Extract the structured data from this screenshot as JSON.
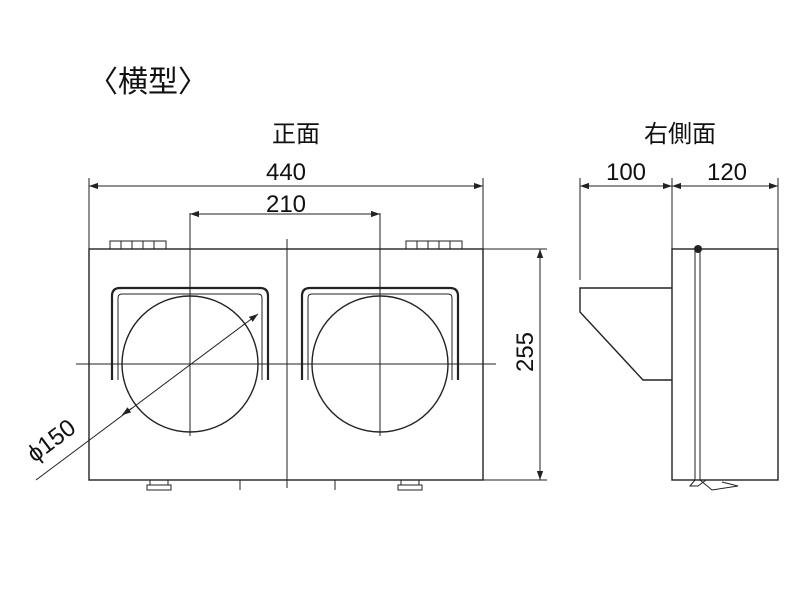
{
  "heading": "〈横型〉",
  "views": {
    "front": {
      "label": "正面"
    },
    "side": {
      "label": "右側面"
    }
  },
  "dimensions": {
    "total_width": "440",
    "lamp_spacing": "210",
    "height": "255",
    "lamp_diameter": "ϕ150",
    "side_depth_visor": "100",
    "side_depth_body": "120"
  },
  "colors": {
    "line": "#222222",
    "background": "#ffffff"
  }
}
